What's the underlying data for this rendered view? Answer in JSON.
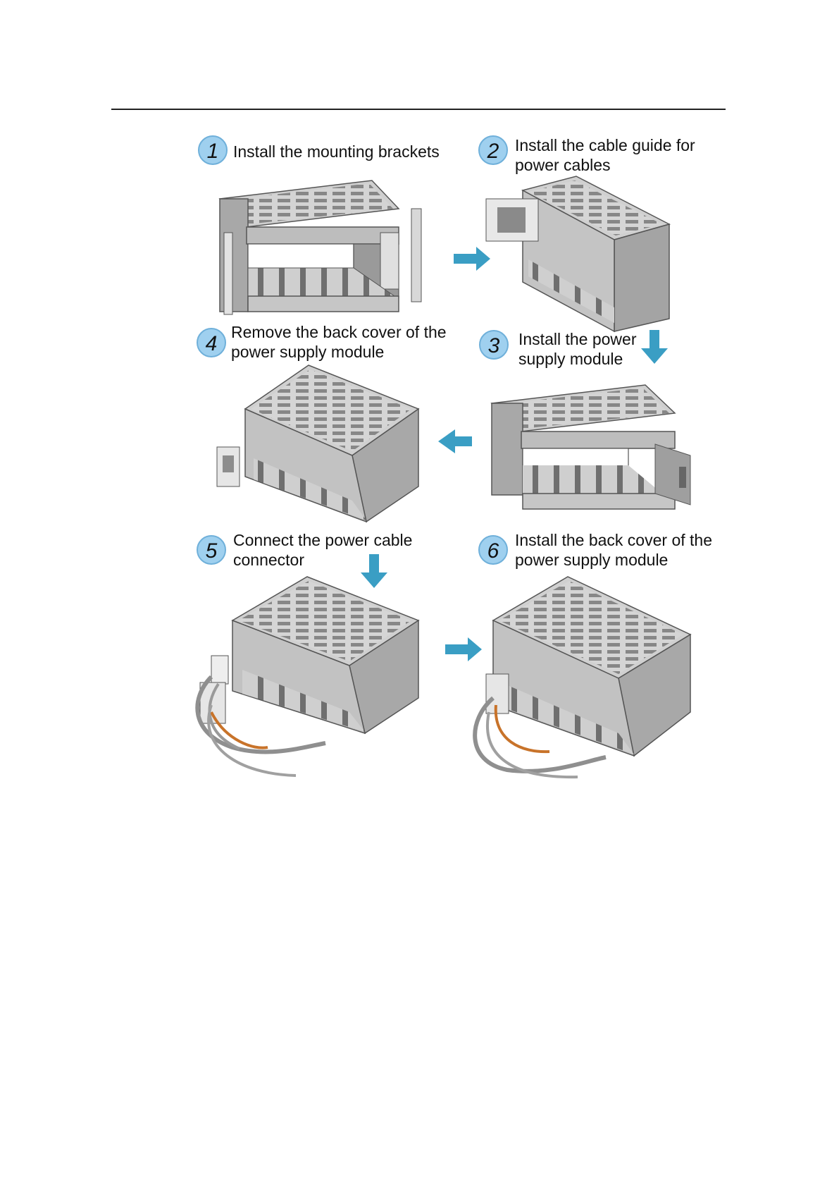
{
  "steps": [
    {
      "number": "1",
      "line1": "Install the mounting brackets",
      "line2": ""
    },
    {
      "number": "2",
      "line1": "Install the cable guide for",
      "line2": "power cables"
    },
    {
      "number": "3",
      "line1": "Install the power",
      "line2": "supply module"
    },
    {
      "number": "4",
      "line1": "Remove the back cover of the",
      "line2": "power supply module"
    },
    {
      "number": "5",
      "line1": "Connect the power cable",
      "line2": "connector"
    },
    {
      "number": "6",
      "line1": "Install the back cover of the",
      "line2": "power supply module"
    }
  ],
  "colors": {
    "arrow": "#3a9ec4",
    "badge_fill": "#9fd0ef",
    "chassis_dark": "#8a8a8a",
    "chassis_mid": "#b5b5b5",
    "chassis_light": "#dcdcdc",
    "cable_orange": "#c8732a"
  }
}
